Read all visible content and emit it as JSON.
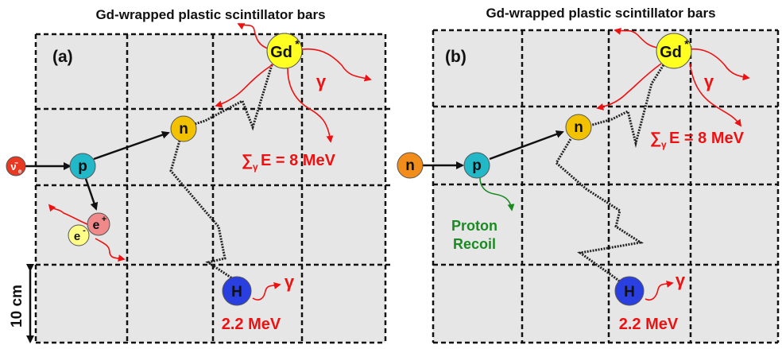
{
  "colors": {
    "grid_fill": "#e6e6e6",
    "arrow_red": "#ee1111",
    "proton": "#22b8c8",
    "neutron_bound": "#f2c200",
    "neutron_free": "#f28c1a",
    "gd": "#ffff22",
    "hydrogen": "#2a3fe0",
    "antineutrino": "#e83a22",
    "positron": "#f08a8a",
    "electron": "#ffff88",
    "recoil_green": "#1a8a22"
  },
  "panel_a": {
    "title": "Gd-wrapped plastic scintillator bars",
    "tag": "(a)",
    "incoming_symbol": "ν̄",
    "incoming_sub": "e",
    "proton": "p",
    "neutron": "n",
    "positron": "e",
    "positron_sup": "+",
    "electron": "e",
    "electron_sup": "-",
    "gd": "Gd",
    "gd_sup": "*",
    "gamma": "γ",
    "sum_sigma": "∑",
    "sum_sub": "γ",
    "sum_rest": "E = 8 MeV",
    "hydrogen": "H",
    "h_gamma": "γ",
    "h_energy": "2.2 MeV",
    "scale_label": "10 cm"
  },
  "panel_b": {
    "title": "Gd-wrapped plastic scintillator bars",
    "tag": "(b)",
    "incoming": "n",
    "proton": "p",
    "neutron": "n",
    "recoil_line1": "Proton",
    "recoil_line2": "Recoil",
    "gd": "Gd",
    "gd_sup": "*",
    "gamma": "γ",
    "sum_sigma": "∑",
    "sum_sub": "γ",
    "sum_rest": "E = 8 MeV",
    "hydrogen": "H",
    "h_gamma": "γ",
    "h_energy": "2.2 MeV"
  }
}
